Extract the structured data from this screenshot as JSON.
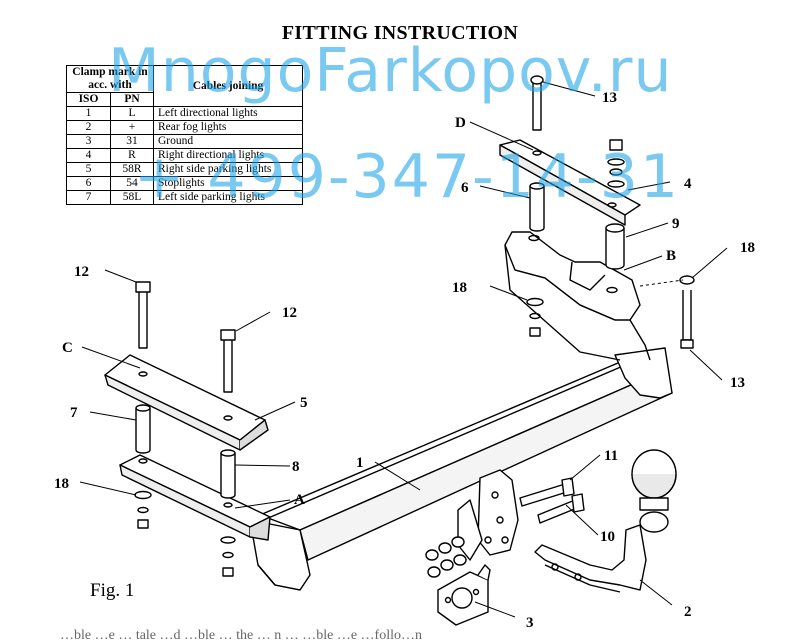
{
  "title": "FITTING INSTRUCTION",
  "watermark": {
    "site": "MnogoFarkopov.ru",
    "phone": "+ 499-347-14-31",
    "color": "#1aa3e8"
  },
  "table": {
    "header_clamp": "Clamp mark in acc. with",
    "header_iso": "ISO",
    "header_pn": "PN",
    "header_cables": "Cables joining",
    "rows": [
      {
        "iso": "1",
        "pn": "L",
        "cable": "Left directional lights"
      },
      {
        "iso": "2",
        "pn": "+",
        "cable": "Rear fog lights"
      },
      {
        "iso": "3",
        "pn": "31",
        "cable": "Ground"
      },
      {
        "iso": "4",
        "pn": "R",
        "cable": "Right directional lights"
      },
      {
        "iso": "5",
        "pn": "58R",
        "cable": "Right side parking lights"
      },
      {
        "iso": "6",
        "pn": "54",
        "cable": "Stoplights"
      },
      {
        "iso": "7",
        "pn": "58L",
        "cable": "Left side parking lights"
      }
    ]
  },
  "labels": {
    "l1": "1",
    "l2": "2",
    "l3": "3",
    "l4": "4",
    "l5": "5",
    "l6": "6",
    "l7": "7",
    "l8": "8",
    "l9": "9",
    "l10": "10",
    "l11": "11",
    "l12a": "12",
    "l12b": "12",
    "l13a": "13",
    "l13b": "13",
    "l18a": "18",
    "l18b": "18",
    "l18c": "18",
    "lA": "A",
    "lB": "B",
    "lC": "C",
    "lD": "D"
  },
  "figure_caption": "Fig. 1",
  "bottom_text": "…ble …e … tale …d …ble … the … n … …ble …e …follo…n"
}
